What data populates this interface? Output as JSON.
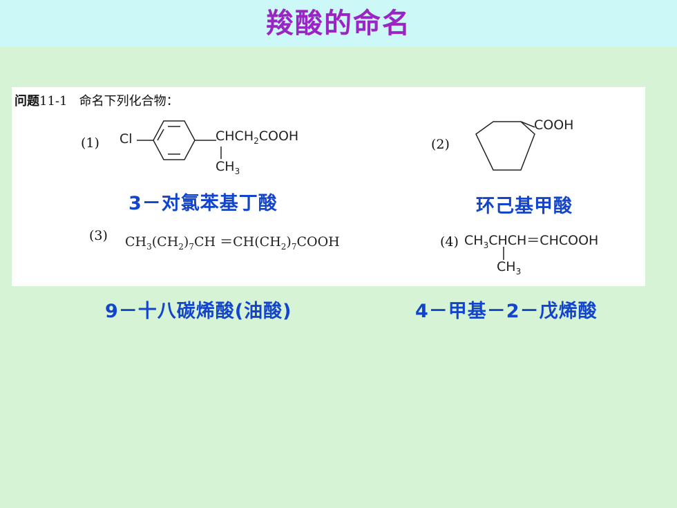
{
  "slide": {
    "title": "羧酸的命名",
    "colors": {
      "title": "#9a24c4",
      "answer": "#1244cc",
      "background": "#d6f3d6",
      "title_band": "#ccf8f8"
    }
  },
  "problem": {
    "label": "问题",
    "number": "11-1",
    "prompt": "命名下列化合物：",
    "items": [
      {
        "index": "(1)",
        "substituent": "Cl",
        "chain": "CHCH₂COOH",
        "branch": "CH₃"
      },
      {
        "index": "(2)",
        "group": "COOH"
      },
      {
        "index": "(3)",
        "formula": "CH₃(CH₂)₇CH＝CH(CH₂)₇COOH"
      },
      {
        "index": "(4)",
        "formula": "CH₃CHCH＝CHCOOH",
        "branch": "CH₃"
      }
    ]
  },
  "answers": {
    "a1": "3－对氯苯基丁酸",
    "a2": "环己基甲酸",
    "a3": "9－十八碳烯酸(油酸)",
    "a4": "4－甲基－2－戊烯酸"
  }
}
